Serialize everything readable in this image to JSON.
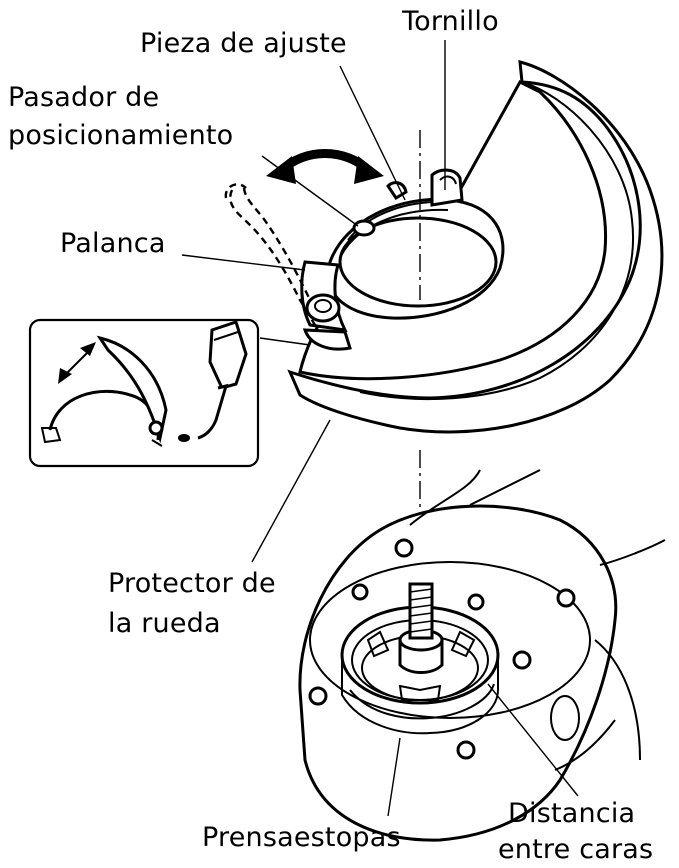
{
  "labels": {
    "screw": "Tornillo",
    "adjusting_piece": "Pieza de ajuste",
    "positioning_pin_line1": "Pasador de",
    "positioning_pin_line2": "posicionamiento",
    "lever": "Palanca",
    "wheel_guard_line1": "Protector de",
    "wheel_guard_line2": "la rueda",
    "bearing_box": "Prensaestopas",
    "flats_line1": "Distancia",
    "flats_line2": "entre caras"
  },
  "colors": {
    "ink": "#000000",
    "paper": "#ffffff"
  },
  "icons": [
    "rotate-arrow-icon",
    "grease-tube-icon",
    "lever-inset-icon"
  ]
}
